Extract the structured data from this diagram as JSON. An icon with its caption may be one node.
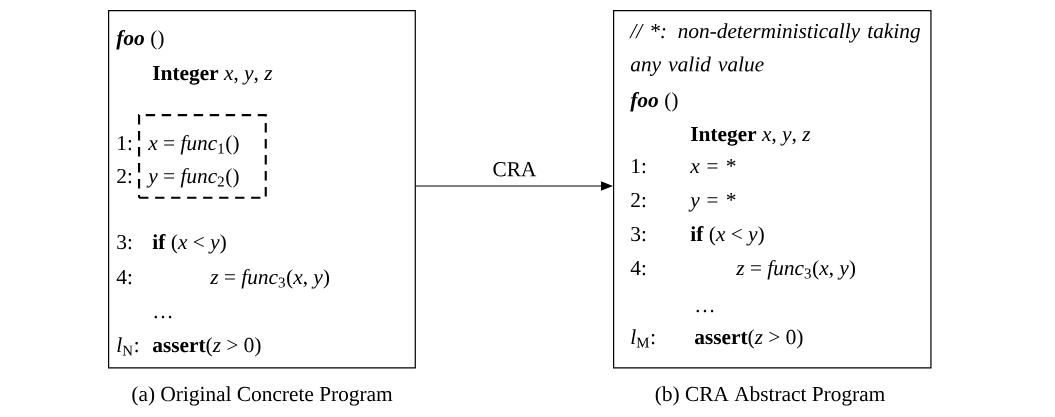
{
  "diagram": {
    "nodes": [
      {
        "text": [
          "foo",
          "()",
          "**Integer** *x*, *y*, *z*",
          "1:",
          "2:",
          "3:",
          "**if** (*x* < *y*)",
          "4:",
          "*z* = *func*$_{3}$(*x*, *y*)",
          "…",
          "*l*$_{N}$:",
          "**assert**(*z* > 0)"
        ],
        "beside": [
          "(a) Original Concrete Program"
        ]
      },
      {
        "text": [
          "*x* = *func*$_{1}$()",
          "*y* = *func*$_{2}$()"
        ],
        "in": 0
      },
      {
        "text": [
          "// *: non-deterministically taking any valid value",
          "foo",
          "()",
          "**Integer** *x*, *y*, *z*",
          "1:",
          "x = *",
          "2:",
          "y = *",
          "3:",
          "**if** (*x* < *y*)",
          "4:",
          "*z* = *func*$_{3}$(*x*, *y*)",
          "…",
          "*l*$_{M}$:",
          "**assert**(*z* > 0)"
        ],
        "beside": [
          "(b) CRA Abstract Program"
        ]
      }
    ],
    "edges": [
      {
        "from": 0,
        "to": 2,
        "arrow": "to",
        "label": "CRA"
      }
    ]
  }
}
